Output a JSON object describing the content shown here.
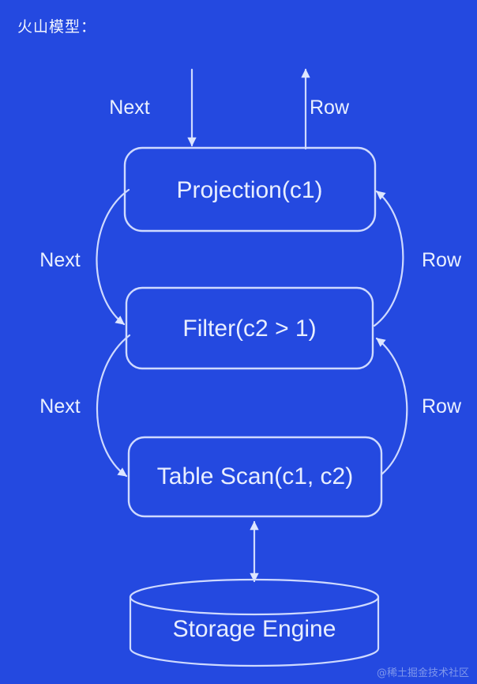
{
  "page": {
    "title": "火山模型：",
    "background_color": "#2449e0",
    "stroke_color": "#cfdaff",
    "text_color": "#e8eeff",
    "watermark": "@稀土掘金技术社区"
  },
  "diagram": {
    "type": "flow-diagram",
    "name": "volcano-model",
    "nodes": [
      {
        "id": "projection",
        "label": "Projection(c1)",
        "shape": "rounded-rect"
      },
      {
        "id": "filter",
        "label": "Filter(c2 > 1)",
        "shape": "rounded-rect"
      },
      {
        "id": "table-scan",
        "label": "Table Scan(c1, c2)",
        "shape": "rounded-rect"
      },
      {
        "id": "storage-engine",
        "label": "Storage Engine",
        "shape": "cylinder"
      }
    ],
    "edges": [
      {
        "id": "edge-next-in",
        "label": "Next",
        "from": "external",
        "to": "projection",
        "direction": "down"
      },
      {
        "id": "edge-row-out",
        "label": "Row",
        "from": "projection",
        "to": "external",
        "direction": "up"
      },
      {
        "id": "edge-next-proj-filter",
        "label": "Next",
        "from": "projection",
        "to": "filter",
        "direction": "down"
      },
      {
        "id": "edge-row-filter-proj",
        "label": "Row",
        "from": "filter",
        "to": "projection",
        "direction": "up"
      },
      {
        "id": "edge-next-filter-scan",
        "label": "Next",
        "from": "filter",
        "to": "table-scan",
        "direction": "down"
      },
      {
        "id": "edge-row-scan-filter",
        "label": "Row",
        "from": "table-scan",
        "to": "filter",
        "direction": "up"
      },
      {
        "id": "edge-scan-storage",
        "label": "",
        "from": "table-scan",
        "to": "storage-engine",
        "direction": "bidirectional"
      }
    ],
    "labels": {
      "next_top": "Next",
      "row_top": "Row",
      "next_middle": "Next",
      "row_middle": "Row",
      "next_lower": "Next",
      "row_lower": "Row"
    }
  }
}
